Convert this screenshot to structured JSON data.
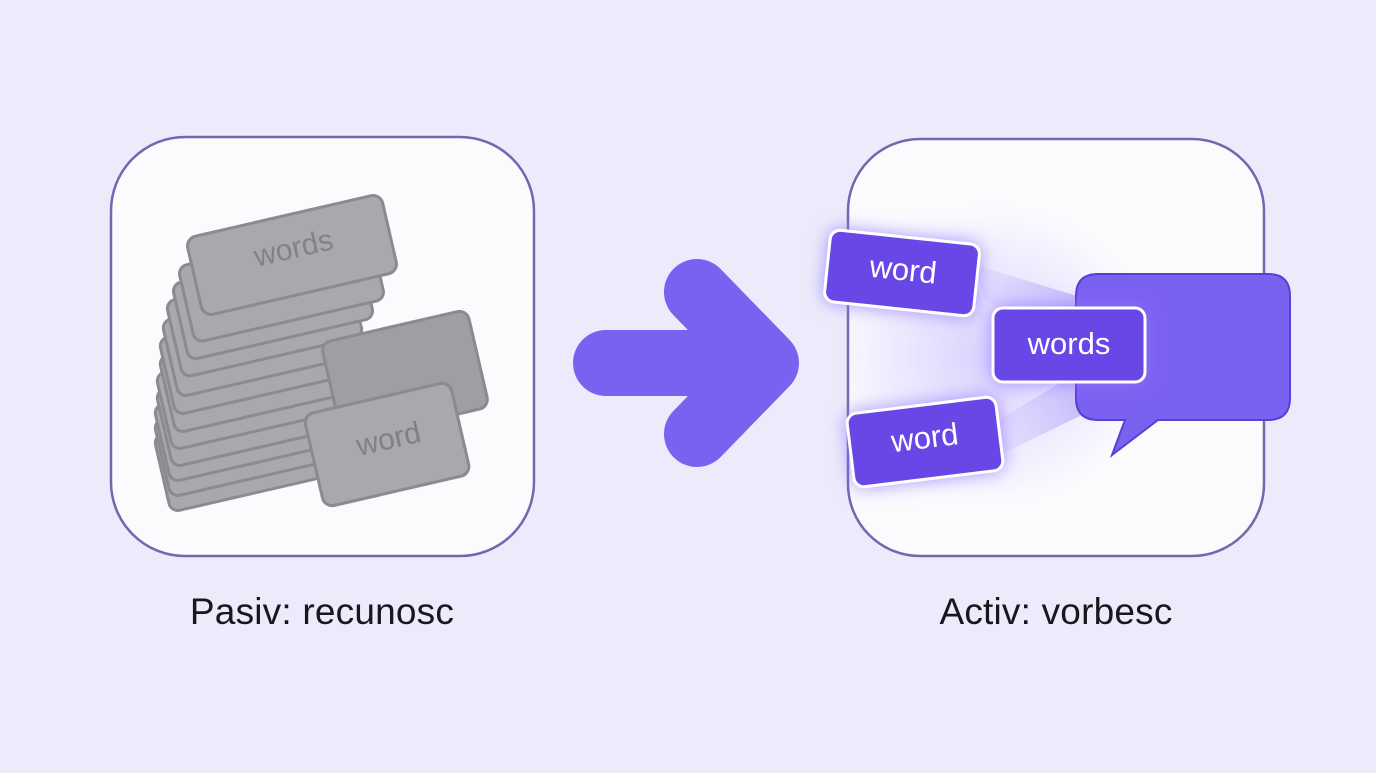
{
  "passive": {
    "caption": "Pasiv: recunosc",
    "card_top_label": "words",
    "card_front_label": "word"
  },
  "active": {
    "caption": "Activ: vorbesc",
    "chips": [
      {
        "label": "word"
      },
      {
        "label": "words"
      },
      {
        "label": "word"
      }
    ]
  },
  "colors": {
    "background": "#ecebfb",
    "panel_border": "#7566ad",
    "panel_fill": "#fbfbfe",
    "card_gray": "#a9a9ad",
    "card_gray_stroke": "#8a8a8f",
    "accent": "#7b61f0",
    "accent_dark": "#6747e6",
    "caption_text": "#17171c"
  },
  "icons": {
    "flow": "arrow-right-icon",
    "speech": "speech-bubble-icon"
  }
}
